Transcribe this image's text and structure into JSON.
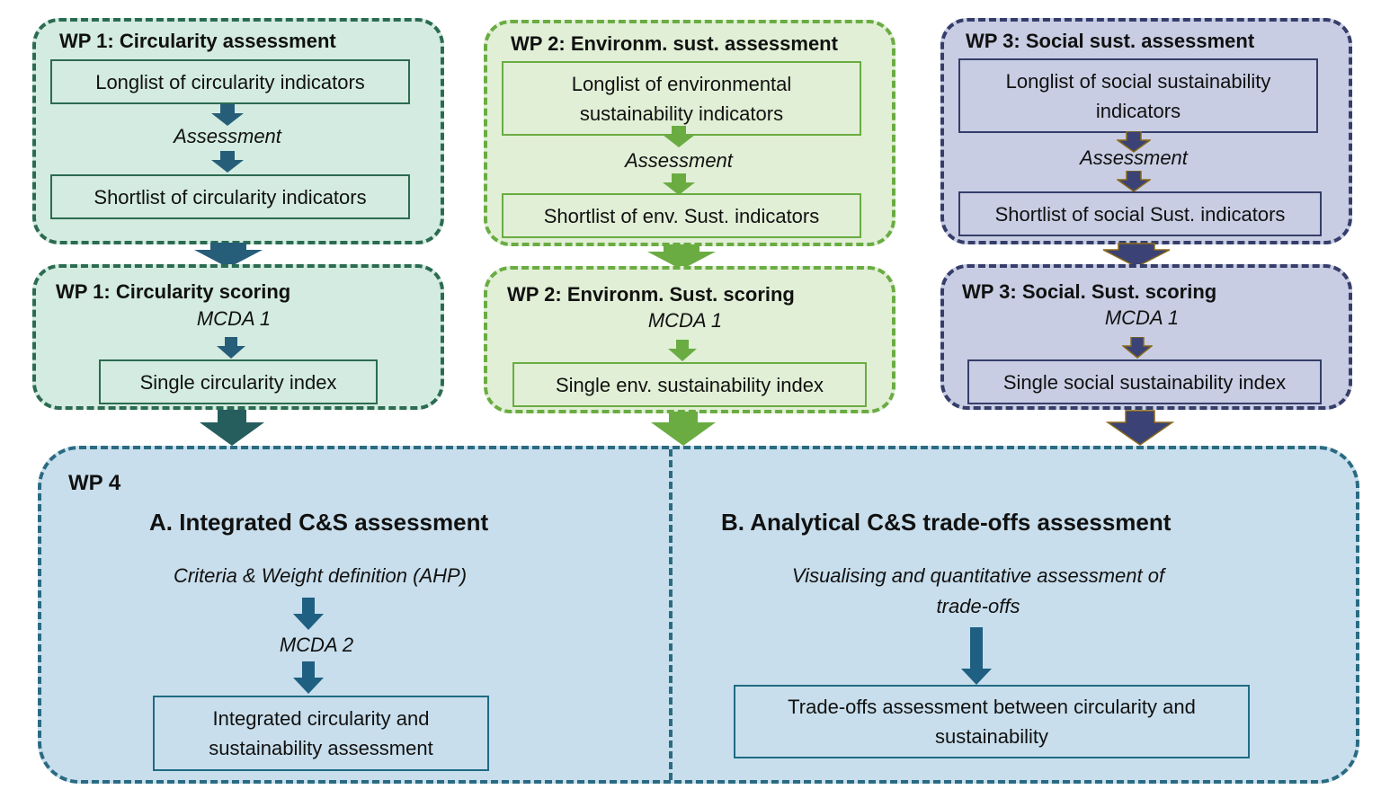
{
  "diagram": {
    "colors": {
      "wp1_fill": "#d3ebe0",
      "wp1_border": "#2b6b52",
      "wp1_arrow": "#265e7a",
      "wp2_fill": "#e1efd6",
      "wp2_border": "#6aac42",
      "wp2_arrow": "#6aac42",
      "wp3_fill": "#c8cde3",
      "wp3_border": "#353e6a",
      "wp3_arrow": "#3b4275",
      "wp3_arrow_outline": "#8a6a1a",
      "wp4_fill": "#c8deec",
      "wp4_border": "#2a6b82",
      "wp4_arrow": "#1f5f82"
    },
    "wp1": {
      "assessment": {
        "title": "WP 1: Circularity assessment",
        "longlist": "Longlist of circularity indicators",
        "step": "Assessment",
        "shortlist": "Shortlist of circularity indicators"
      },
      "scoring": {
        "title": "WP 1: Circularity scoring",
        "method": "MCDA 1",
        "index": "Single circularity index"
      }
    },
    "wp2": {
      "assessment": {
        "title": "WP 2: Environm. sust. assessment",
        "longlist_line1": "Longlist of environmental",
        "longlist_line2": "sustainability indicators",
        "step": "Assessment",
        "shortlist": "Shortlist of env. Sust. indicators"
      },
      "scoring": {
        "title": "WP 2: Environm. Sust. scoring",
        "method": "MCDA 1",
        "index": "Single env. sustainability index"
      }
    },
    "wp3": {
      "assessment": {
        "title": "WP 3: Social sust. assessment",
        "longlist_line1": "Longlist of social sustainability",
        "longlist_line2": "indicators",
        "step": "Assessment",
        "shortlist": "Shortlist of social Sust. indicators"
      },
      "scoring": {
        "title": "WP 3: Social. Sust. scoring",
        "method": "MCDA 1",
        "index": "Single social sustainability index"
      }
    },
    "wp4": {
      "title": "WP 4",
      "section_a": {
        "heading": "A. Integrated C&S assessment",
        "step1": "Criteria & Weight definition (AHP)",
        "step2": "MCDA 2",
        "result_line1": "Integrated circularity and",
        "result_line2": "sustainability assessment"
      },
      "section_b": {
        "heading": "B. Analytical C&S trade-offs assessment",
        "step1_line1": "Visualising and quantitative assessment of",
        "step1_line2": "trade-offs",
        "result_line1": "Trade-offs assessment between circularity and",
        "result_line2": "sustainability"
      }
    }
  }
}
